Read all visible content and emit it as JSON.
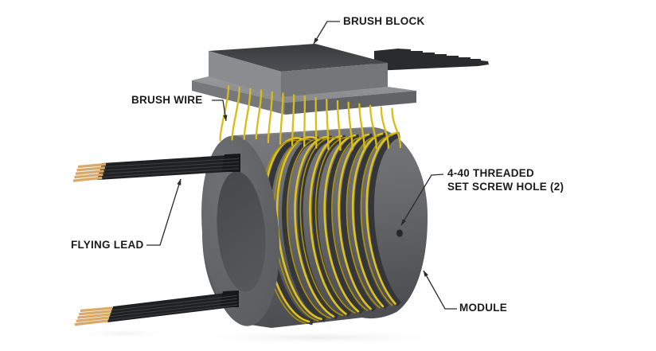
{
  "diagram": {
    "labels": {
      "brush_block": "BRUSH BLOCK",
      "brush_wire": "BRUSH WIRE",
      "flying_lead": "FLYING LEAD",
      "set_screw_hole": "4-40 THREADED\nSET SCREW HOLE (2)",
      "module": "MODULE"
    },
    "colors": {
      "background": "#ffffff",
      "label_text": "#1b1b1b",
      "leader_line": "#2b2b2b",
      "module_gray": "#6b6c6f",
      "brush_wire_yellow": "#dfc31c",
      "lead_cable_black": "#1f2022",
      "lead_tip_gold": "#d8a96a"
    }
  }
}
